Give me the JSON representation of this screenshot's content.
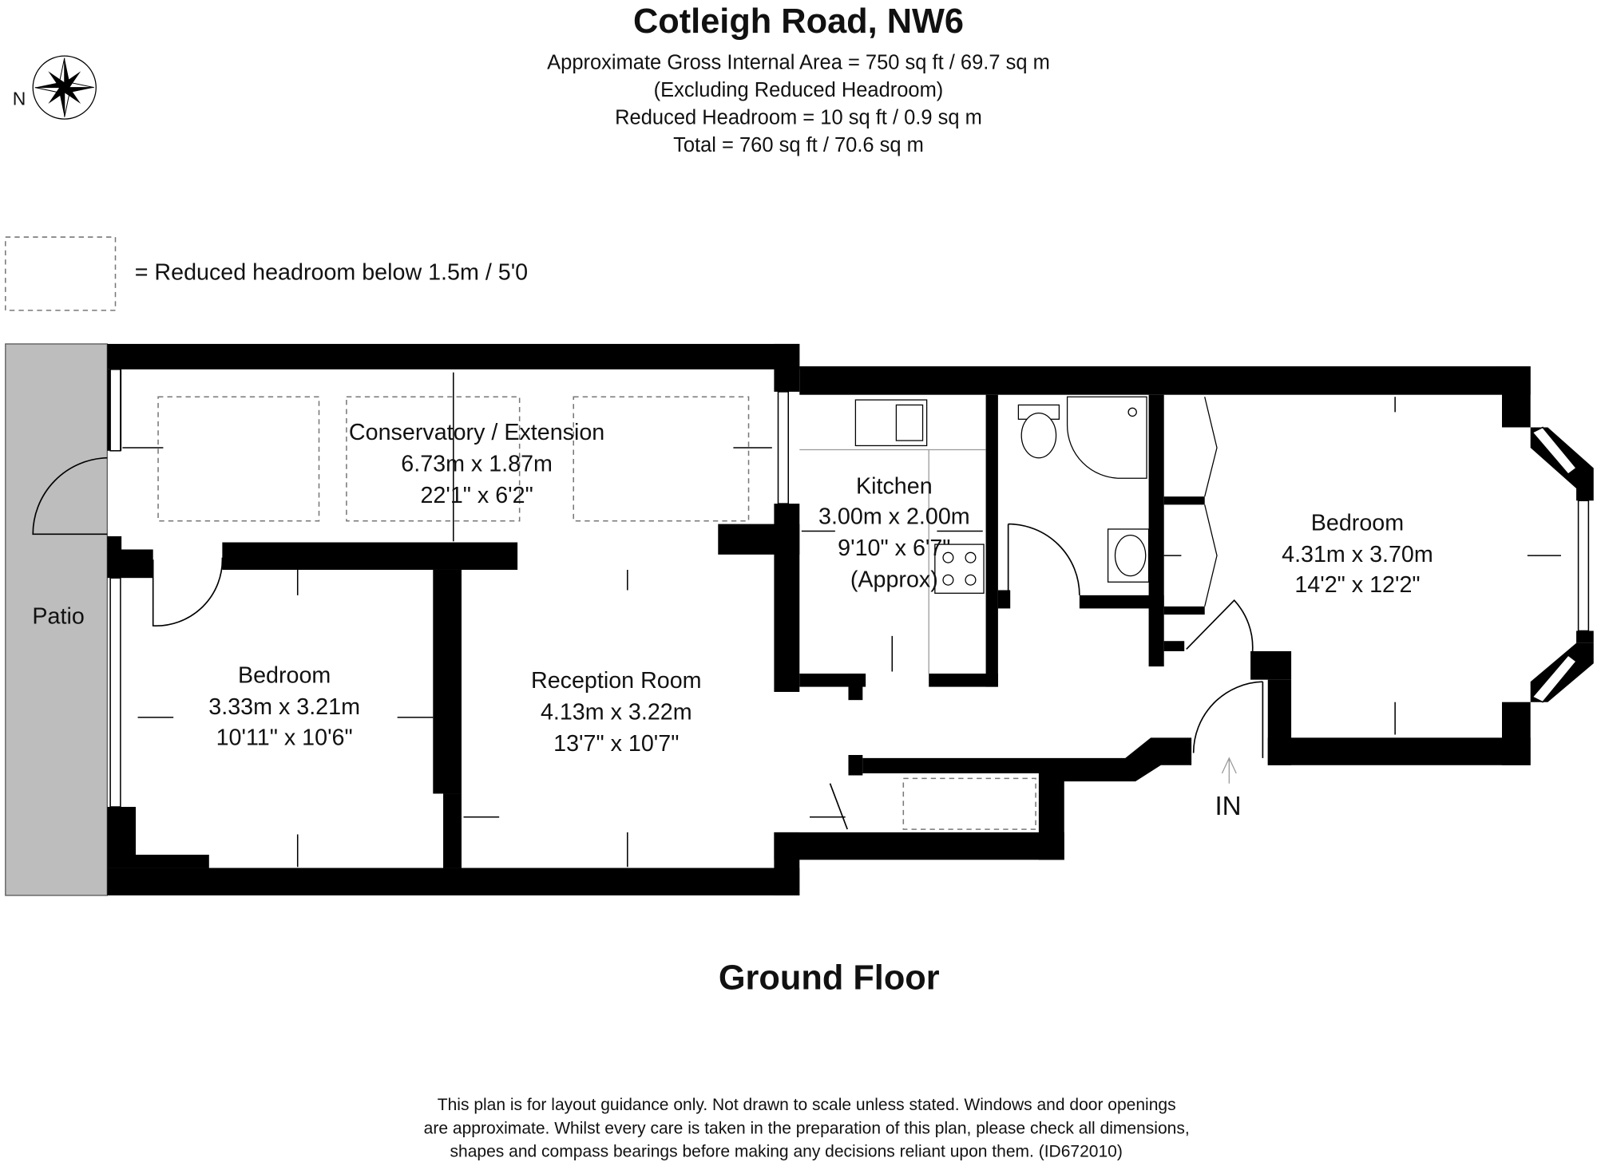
{
  "header": {
    "title": "Cotleigh Road, NW6",
    "lines": [
      "Approximate Gross Internal Area = 750 sq ft / 69.7 sq m",
      "(Excluding Reduced Headroom)",
      "Reduced Headroom = 10 sq ft / 0.9 sq m",
      "Total = 760 sq ft / 70.6 sq m"
    ]
  },
  "compass": {
    "label": "N"
  },
  "legend": {
    "text": "= Reduced headroom below 1.5m / 5'0"
  },
  "rooms": {
    "patio": {
      "name": "Patio"
    },
    "conservatory": {
      "name": "Conservatory / Extension",
      "metric": "6.73m x 1.87m",
      "imperial": "22'1\" x 6'2\""
    },
    "kitchen": {
      "name": "Kitchen",
      "metric": "3.00m x 2.00m",
      "imperial": "9'10\" x 6'7\"",
      "note": "(Approx)"
    },
    "bedroom_left": {
      "name": "Bedroom",
      "metric": "3.33m x 3.21m",
      "imperial": "10'11\" x 10'6\""
    },
    "reception": {
      "name": "Reception Room",
      "metric": "4.13m x 3.22m",
      "imperial": "13'7\" x 10'7\""
    },
    "bedroom_right": {
      "name": "Bedroom",
      "metric": "4.31m x 3.70m",
      "imperial": "14'2\" x 12'2\""
    }
  },
  "entrance": {
    "label": "IN"
  },
  "floor_label": "Ground Floor",
  "disclaimer": [
    "This plan is for layout guidance only. Not drawn to scale unless stated. Windows and door openings",
    "are approximate. Whilst every care is taken in the preparation of this plan, please check all dimensions,",
    "shapes and compass bearings before making any decisions reliant upon them. (ID672010)"
  ]
}
